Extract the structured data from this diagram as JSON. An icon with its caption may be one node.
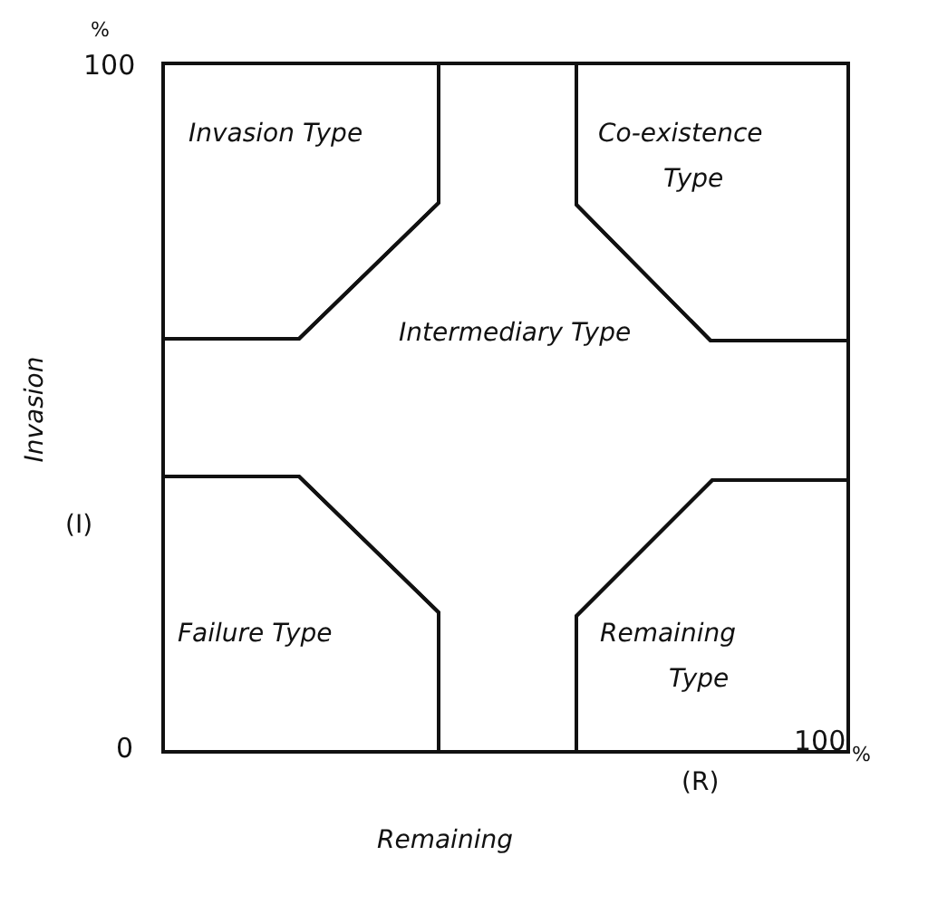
{
  "diagram": {
    "nodes": [
      {
        "text": [
          "Invasion Type"
        ]
      },
      {
        "text": [
          "Co-existence Type"
        ]
      },
      {
        "text": [
          "Intermediary Type"
        ]
      },
      {
        "text": [
          "Failure Type"
        ]
      },
      {
        "text": [
          "Remaining Type"
        ]
      }
    ],
    "labels": [
      "%",
      "100",
      "Invasion",
      "(I)",
      "0",
      "100",
      "%",
      "(R)",
      "Remaining"
    ]
  }
}
